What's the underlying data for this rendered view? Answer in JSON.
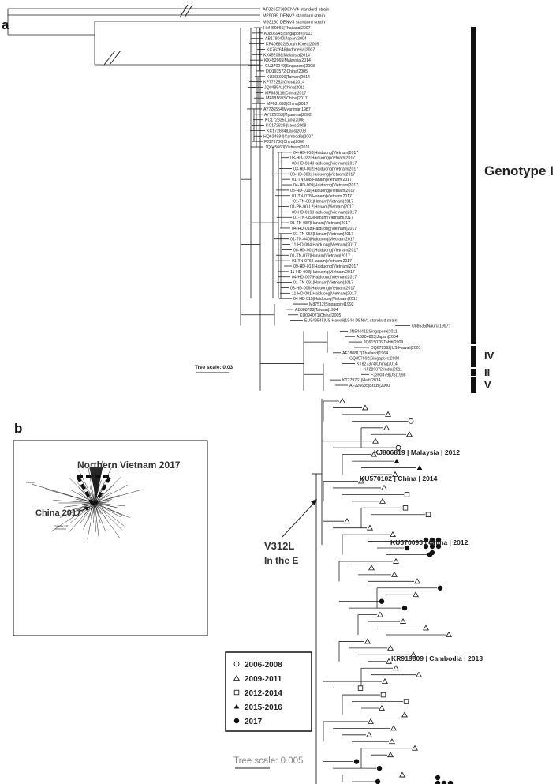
{
  "panel_a": {
    "letter": "a",
    "outgroups": [
      "AF326573|DENV4 standard strain",
      "M29095 DENV2 standard strain",
      "M93130 DENV3 standard strain"
    ],
    "leaves": [
      "HM469966|Thailand|2007",
      "KJ806945|Singapore|2013",
      "AB178040|Japan|2004",
      "KP406802|South Korea|2005",
      "KC762646|Indonesia|2007",
      "KX452068|Malaysia|2014",
      "KX452065|Malaysia|2014",
      "GU370049|Singapore|2008",
      "DQ193572|China|2005",
      "KU365900|Taiwan|2014",
      "KP772252|China|2014",
      "JQ048541|China|2011",
      "MF683116|China|2017",
      "MF681693|China|2017",
      "MF681692|China|2017",
      "AY726554|Myanmar|1987",
      "AY726553|Myanmar|2002",
      "KC172835|Laos|2008",
      "KC172829 |Laos|2008",
      "KC172834|Laos|2008",
      "HQ624984|Cambodia|2007",
      "FJ176780|China|2006",
      "JQ045660|Vietnam|2011",
      "04-HD-010|Haiduong|Vietnam|2017",
      "03-HD-022|Haiduong|Vietnam|2017",
      "03-HD-014|Haiduong|Vietnam|2017",
      "03-HD-002|Haiduong|Vietnam|2017",
      "03-HD-009|Haiduong|Vietnam|2017",
      "01-TN-088|Hanam|Vietnam|2017",
      "04-HD-009|Haiduong|Vietnam|2017",
      "03-HD-019|Haiduong|Vietnam|2017",
      "01-TN-078|Hanam|Vietnam|2017",
      "01-TN-081|Hanam|Vietnam|2017",
      "01-PK-90-L2|Hanam|Vietnam|2017",
      "09-HD-019|Haiduong|Vietnam|2017",
      "01-TN-083|Hanam|Vietnam|2017",
      "01-TN-087|Hanam|Vietnam|2017",
      "04-HD-018|Haiduong|Vietnam|2017",
      "01-TN-056|Hanam|Vietnam|2017",
      "01-TN-040|Haiduong|Vietnam|2017",
      "11-HD-004|Haiduong|Vietnam|2017",
      "08-HD-001|Haiduong|Vietnam|2017",
      "01-TN-077|Hanam|Vietnam|2017",
      "01-TN-076|Hanam|Vietnam|2017",
      "09-HD-013|Haiduong|Vietnam|2017",
      "11-HD-008|Haiduong|Vietnam|2017",
      "04-HD-007|Haiduong|Vietnam|2017",
      "01-TN-091|Hanam|Vietnam|2017",
      "03-HD-006|Haiduong|Vietnam|2017",
      "11-HD-001|Haiduong|Vietnam|2017",
      "04 HD 015|Haiduong|Vietnam|2017",
      "M87512|Singapore|1992",
      "AB608788|Taiwan|1994",
      "KU094071|China|2005",
      "EU848545|US Hawaii|1944 DENV1 standard strain",
      "U88535|Nauru|1997?",
      "JN544411|Singapore|2011",
      "AB204803|Japan|2004",
      "JQ915076|Tahiti|2009",
      "DQ672562|US Hawaii|2001",
      "AF180817|Thailand|1964",
      "GQ357692|Singapore|2008",
      "KT827374|China|2014",
      "KF289072|India|2011",
      "FJ390379|US|1998",
      "KT279761|Haiti|2014",
      "AF226685|Brazil|2000"
    ],
    "genotypes": [
      {
        "label": "Genotype I"
      },
      {
        "label": "IV"
      },
      {
        "label": "II"
      },
      {
        "label": "V"
      }
    ],
    "scale_label": "Tree scale: 0.03"
  },
  "panel_b": {
    "letter": "b",
    "inset": {
      "label_vietnam": "Northern Vietnam 2017",
      "label_china": "China 2017",
      "tiny_leaf_label": "Outgroup",
      "tiny_scale_label": "Tree scale: 0.01"
    },
    "mutation_label_line1": "V312L",
    "mutation_label_line2": "In the E",
    "strain_labels": [
      "KJ806819 | Malaysia | 2012",
      "KU570102 | China | 2014",
      "KU570095 | China | 2012",
      "KR919809 | Cambodia | 2013"
    ],
    "legend": [
      {
        "label": "2006-2008",
        "symbol": "open-circle"
      },
      {
        "label": "2009-2011",
        "symbol": "open-triangle"
      },
      {
        "label": "2012-2014",
        "symbol": "open-square"
      },
      {
        "label": "2015-2016",
        "symbol": "filled-triangle"
      },
      {
        "label": "2017",
        "symbol": "filled-circle"
      }
    ],
    "scale_label": "Tree scale: 0.005"
  }
}
